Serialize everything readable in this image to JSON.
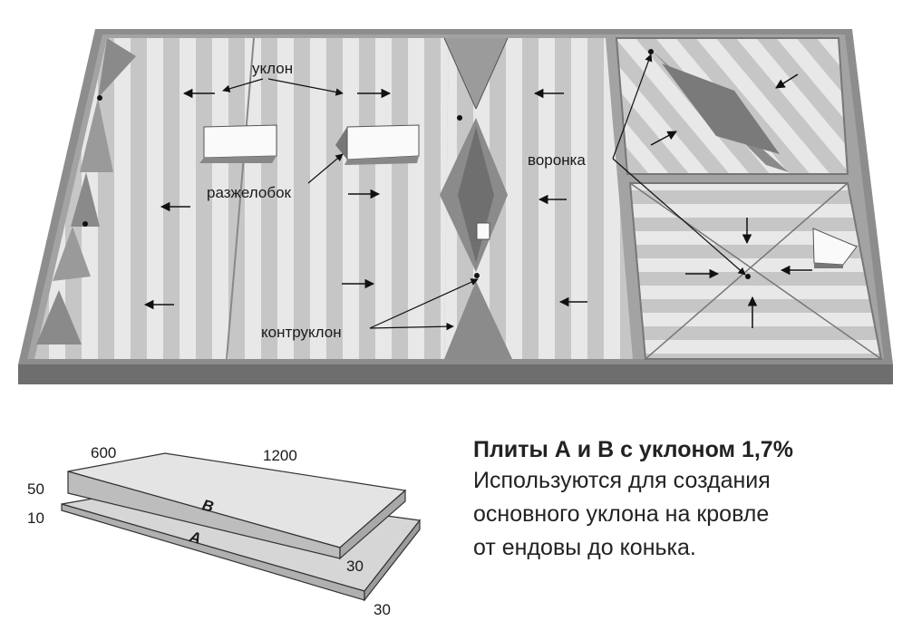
{
  "labels": {
    "slope": "уклон",
    "cricket": "разжелобок",
    "funnel": "воронка",
    "counter_slope": "контруклон"
  },
  "boards": {
    "dim_length": "1200",
    "dim_width": "600",
    "dim_50": "50",
    "dim_10": "10",
    "dim_30_top": "30",
    "dim_30_bottom": "30",
    "plate_b": "B",
    "plate_a": "A"
  },
  "description": {
    "title": "Плиты А и В с уклоном 1,7%",
    "line1": "Используются для создания",
    "line2": "основного уклона на кровле",
    "line3": "от ендовы до конька."
  },
  "colors": {
    "frame": "#8c8c8c",
    "stripe_light": "#e6e6e6",
    "stripe_dark": "#c4c4c4",
    "cricket": "#7d7d7d"
  }
}
